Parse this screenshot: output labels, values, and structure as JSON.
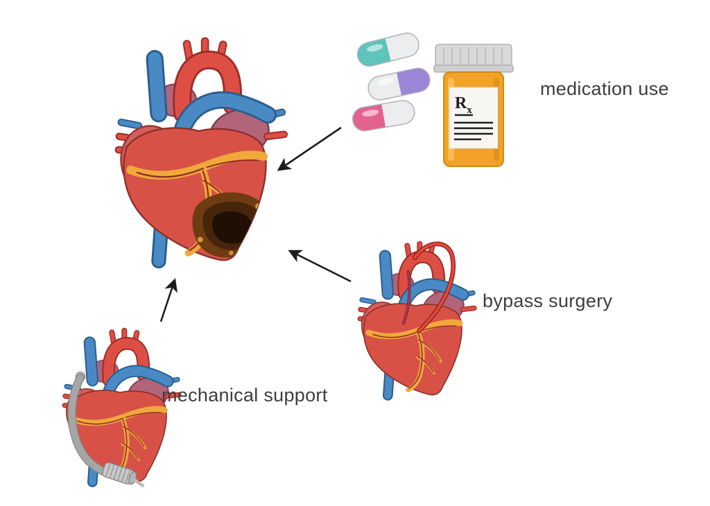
{
  "labels": {
    "medication": "medication use",
    "bypass": "bypass surgery",
    "mechanical": "mechanical support"
  },
  "bottle": {
    "rx_main": "R",
    "rx_sub": "x"
  },
  "icons": {
    "pills": "medication-pills-icon",
    "bottle": "prescription-bottle-icon",
    "main_heart": "infarcted-heart-illustration",
    "bypass_heart": "bypass-heart-illustration",
    "mechanical_heart": "mechanical-support-heart-illustration"
  },
  "colors": {
    "heart_red": "#d85147",
    "vessel_red": "#dd4f45",
    "vessel_blue": "#4a8ac4",
    "atrium_mauve": "#b2647a",
    "fat_yellow": "#f0a83b",
    "infarct_outer": "#6e3c12",
    "infarct_mid": "#47250b",
    "infarct_dark": "#1f0f04",
    "bottle_orange": "#f2a227",
    "bottle_cap_gray": "#d9d9d9",
    "pill_teal": "#5fc4bb",
    "pill_purple": "#9b85d6",
    "pill_pink": "#e2638f",
    "pill_white": "#ebedee",
    "device_gray": "#c9c9c9",
    "arrow_black": "#1c1c1c",
    "label_text": "#3d3d3d"
  }
}
